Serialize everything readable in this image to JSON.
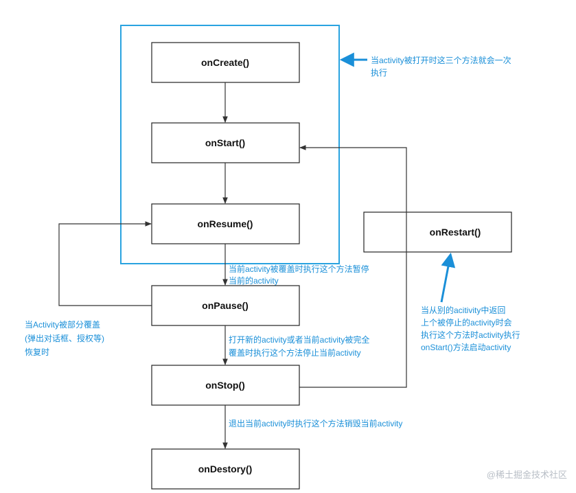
{
  "nodes": {
    "on_create": "onCreate()",
    "on_start": "onStart()",
    "on_resume": "onResume()",
    "on_pause": "onPause()",
    "on_stop": "onStop()",
    "on_destory": "onDestory()",
    "on_restart": "onRestart()"
  },
  "annotations": {
    "visible_group": [
      "当activity被打开时这三个方法就会一次",
      "执行"
    ],
    "pause_note": [
      "当前activity被覆盖时执行这个方法暂停",
      "当前的activity"
    ],
    "partial_cover": [
      "当Activity被部分覆盖",
      "(弹出对话框、授权等)",
      "恢复时"
    ],
    "stop_note": [
      "打开新的activity或者当前activity被完全",
      "覆盖时执行这个方法停止当前activity"
    ],
    "destroy_note": [
      "退出当前activity时执行这个方法销毁当前activity"
    ],
    "restart_note": [
      "当从别的acitivity中返回",
      "上个被停止的activity时会",
      "执行这个方法时activity执行",
      "onStart()方法启动activity"
    ]
  },
  "watermark": "@稀土掘金技术社区",
  "colors": {
    "accent": "#1a8fd8",
    "highlight_box": "#29a3e0",
    "box_stroke": "#222222",
    "line": "#333333"
  }
}
